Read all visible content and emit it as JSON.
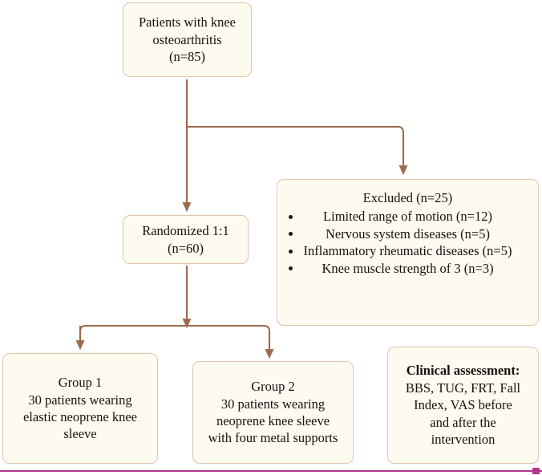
{
  "diagram": {
    "title": "Knee osteoarthritis study participant flow",
    "colors": {
      "box_fill": "#fdfbf0",
      "box_border": "#e3c4ab",
      "connector": "#9c6a4e",
      "text": "#16110f",
      "bottom_rule": "#b0368f"
    },
    "nodes": {
      "screened": {
        "name": "screened",
        "lines": [
          "Patients with knee",
          "osteoarthritis",
          "(n=85)"
        ]
      },
      "randomized": {
        "name": "randomized",
        "lines": [
          "Randomized 1:1",
          "(n=60)"
        ]
      },
      "excluded": {
        "name": "excluded",
        "title": "Excluded (n=25)",
        "items": [
          "Limited range of motion (n=12)",
          "Nervous system diseases (n=5)",
          "Inflammatory rheumatic diseases (n=5)",
          "Knee muscle strength of 3 (n=3)"
        ]
      },
      "group1": {
        "name": "group-1",
        "lines": [
          "Group 1",
          "30 patients wearing",
          "elastic neoprene knee",
          "sleeve"
        ]
      },
      "group2": {
        "name": "group-2",
        "lines": [
          "Group 2",
          "30 patients wearing",
          "neoprene knee sleeve",
          "with four metal supports"
        ]
      },
      "outcome": {
        "name": "clinical-assessment",
        "heading": "Clinical assessment:",
        "lines": [
          "BBS, TUG, FRT, Fall",
          "Index, VAS before",
          "and after the",
          "intervention"
        ]
      }
    }
  }
}
